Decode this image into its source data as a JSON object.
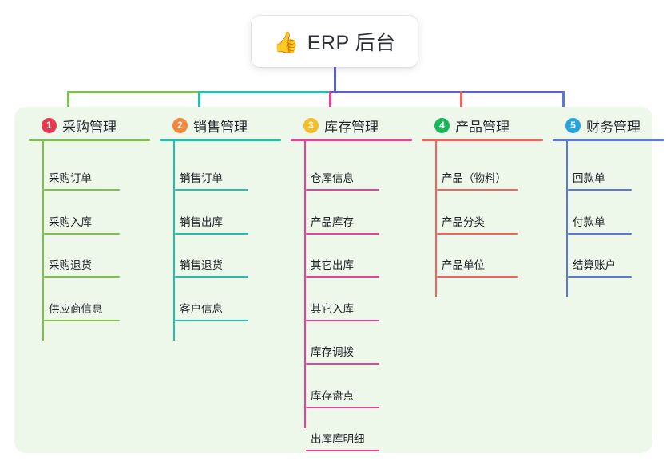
{
  "diagram": {
    "type": "mind-map",
    "background": "#ffffff",
    "panel_color": "#eef8ea",
    "root": {
      "icon": "thumbs-up-icon",
      "emoji": "👍",
      "label": "ERP 后台"
    },
    "trunk_color": "#5a60c8",
    "branches": [
      {
        "index": "1",
        "title": "采购管理",
        "badge_color": "#e8384f",
        "line_color": "#7fbf4d",
        "items": [
          "采购订单",
          "采购入库",
          "采购退货",
          "供应商信息"
        ]
      },
      {
        "index": "2",
        "title": "销售管理",
        "badge_color": "#f5873b",
        "line_color": "#20c0ad",
        "items": [
          "销售订单",
          "销售出库",
          "销售退货",
          "客户信息"
        ]
      },
      {
        "index": "3",
        "title": "库存管理",
        "badge_color": "#f5bc2a",
        "line_color": "#e8419a",
        "items": [
          "仓库信息",
          "产品库存",
          "其它出库",
          "其它入库",
          "库存调拨",
          "库存盘点",
          "出库库明细"
        ]
      },
      {
        "index": "4",
        "title": "产品管理",
        "badge_color": "#1bb55c",
        "line_color": "#f2645a",
        "items": [
          "产品（物料）",
          "产品分类",
          "产品单位"
        ]
      },
      {
        "index": "5",
        "title": "财务管理",
        "badge_color": "#27a4e0",
        "line_color": "#5a78d8",
        "items": [
          "回款单",
          "付款单",
          "结算账户"
        ]
      }
    ]
  }
}
